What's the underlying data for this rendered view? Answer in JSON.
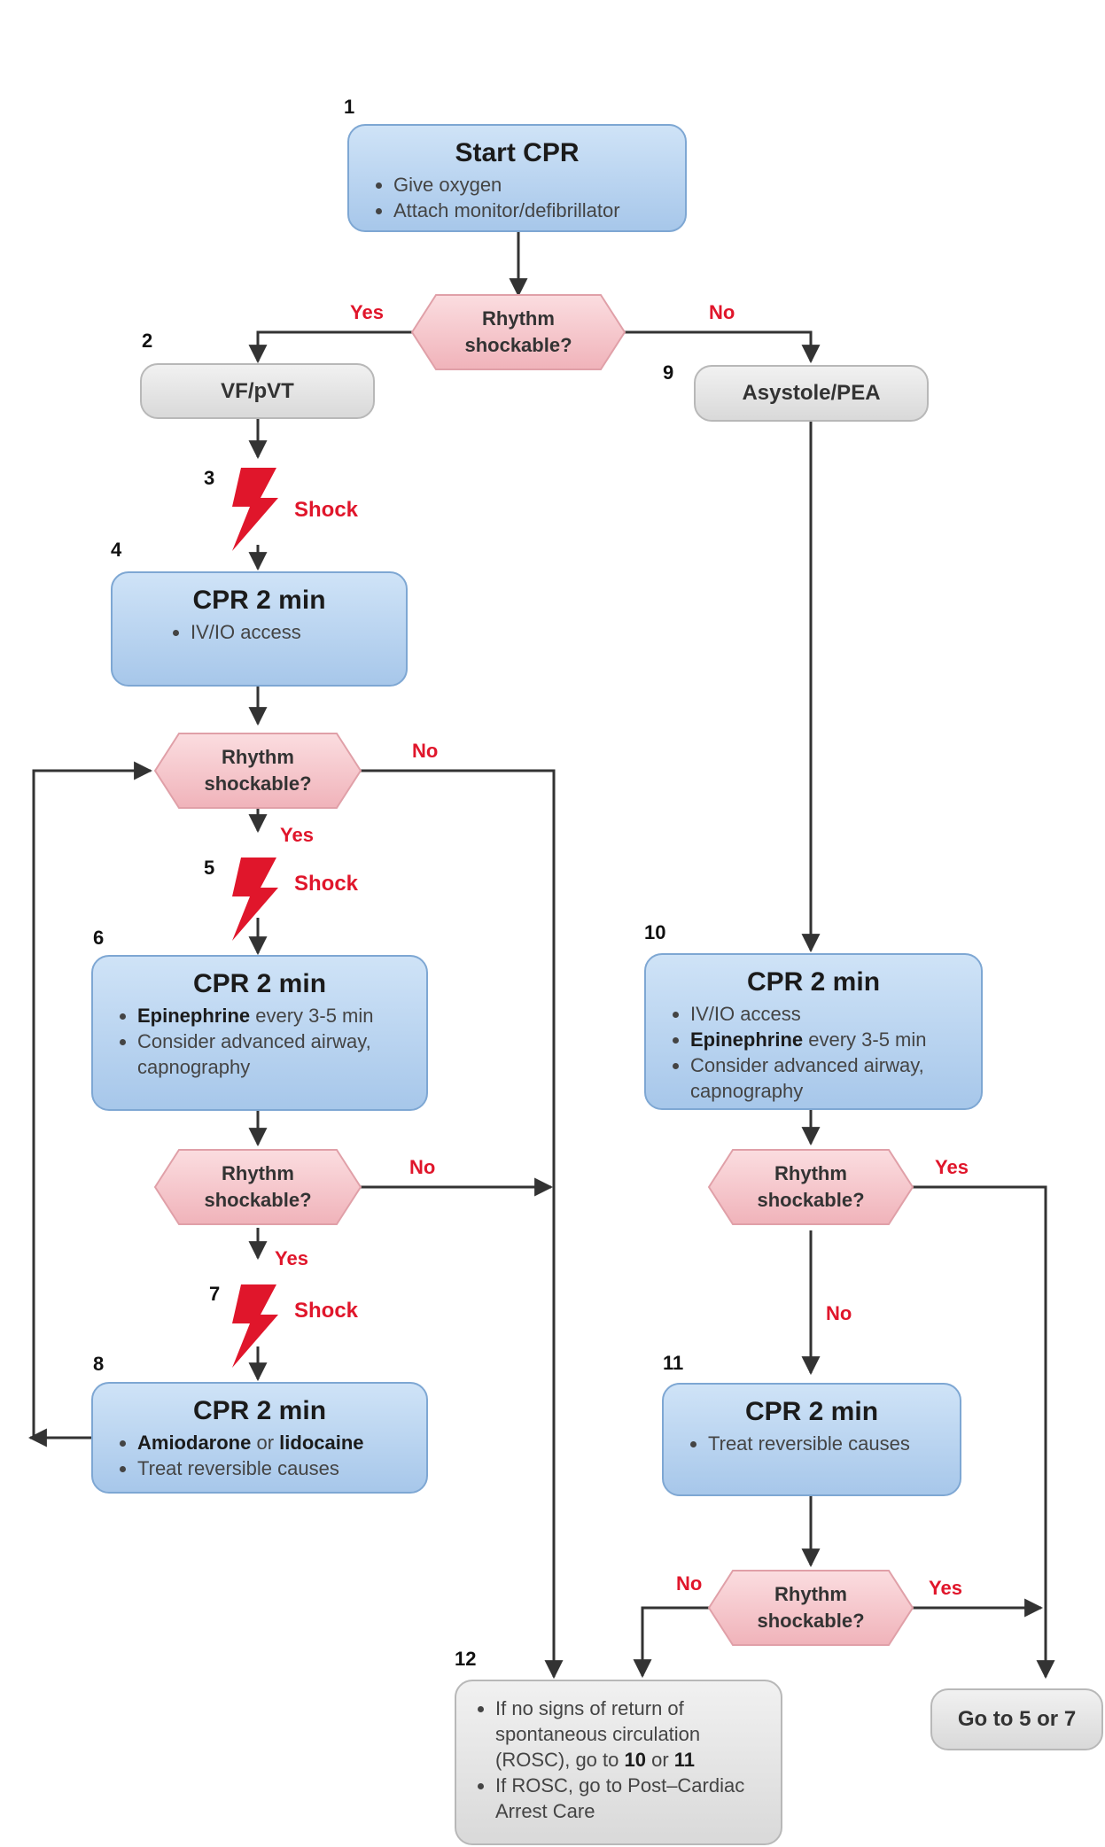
{
  "steps": {
    "s1": {
      "num": "1",
      "title": "Start CPR",
      "items": [
        "Give oxygen",
        "Attach monitor/defibrillator"
      ]
    },
    "s2": {
      "num": "2",
      "label": "VF/pVT"
    },
    "s3": {
      "num": "3"
    },
    "s4": {
      "num": "4",
      "title": "CPR 2 min",
      "items": [
        "IV/IO access"
      ]
    },
    "s5": {
      "num": "5"
    },
    "s6": {
      "num": "6",
      "title": "CPR 2 min",
      "item1_bold": "Epinephrine",
      "item1_rest": " every 3-5 min",
      "item2": "Consider advanced airway, capnography"
    },
    "s7": {
      "num": "7"
    },
    "s8": {
      "num": "8",
      "title": "CPR 2 min",
      "item1_bold_a": "Amiodarone",
      "item1_mid": " or ",
      "item1_bold_b": "lidocaine",
      "item2": "Treat reversible causes"
    },
    "s9": {
      "num": "9",
      "label": "Asystole/PEA"
    },
    "s10": {
      "num": "10",
      "title": "CPR 2 min",
      "item1": "IV/IO access",
      "item2_bold": "Epinephrine",
      "item2_rest": " every 3-5 min",
      "item3": "Consider advanced airway, capnography"
    },
    "s11": {
      "num": "11",
      "title": "CPR 2 min",
      "items": [
        "Treat reversible causes"
      ]
    },
    "s12": {
      "num": "12",
      "b1_pre": "If no signs of return of spontaneous circulation (ROSC), go to ",
      "b1_a": "10",
      "b1_mid": " or ",
      "b1_b": "11",
      "b2": "If ROSC, go to Post–Cardiac Arrest Care"
    },
    "goto": {
      "label": "Go to 5 or 7"
    }
  },
  "decision_text": {
    "line1": "Rhythm",
    "line2": "shockable?"
  },
  "labels": {
    "yes": "Yes",
    "no": "No",
    "shock": "Shock"
  },
  "colors": {
    "box_blue": "#a7c7ea",
    "box_grey": "#d9d9d9",
    "decision_pink": "#f5c5ca",
    "accent_red": "#e0162b"
  }
}
